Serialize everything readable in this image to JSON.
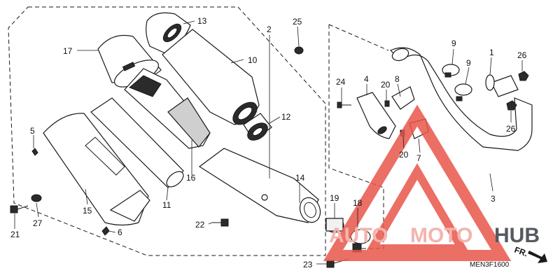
{
  "diagram": {
    "code": "MEN3F1600",
    "direction_label": "FR.",
    "callouts": {
      "c1": "1",
      "c2": "2",
      "c3": "3",
      "c4": "4",
      "c5": "5",
      "c6": "6",
      "c7": "7",
      "c8": "8",
      "c9a": "9",
      "c9b": "9",
      "c10": "10",
      "c11": "11",
      "c12": "12",
      "c13": "13",
      "c14": "14",
      "c15": "15",
      "c16": "16",
      "c17": "17",
      "c18": "18",
      "c19": "19",
      "c20a": "20",
      "c20b": "20",
      "c21": "21",
      "c22": "22",
      "c23": "23",
      "c24": "24",
      "c25": "25",
      "c26a": "26",
      "c26b": "26",
      "c27": "27"
    }
  },
  "watermark": {
    "text_a": "AUTO",
    "text_b": "MOTO",
    "text_c": "HUB",
    "color_triangle": "#e8574a",
    "color_text_light": "#f3b4ae",
    "color_text_dark": "#555a60"
  }
}
